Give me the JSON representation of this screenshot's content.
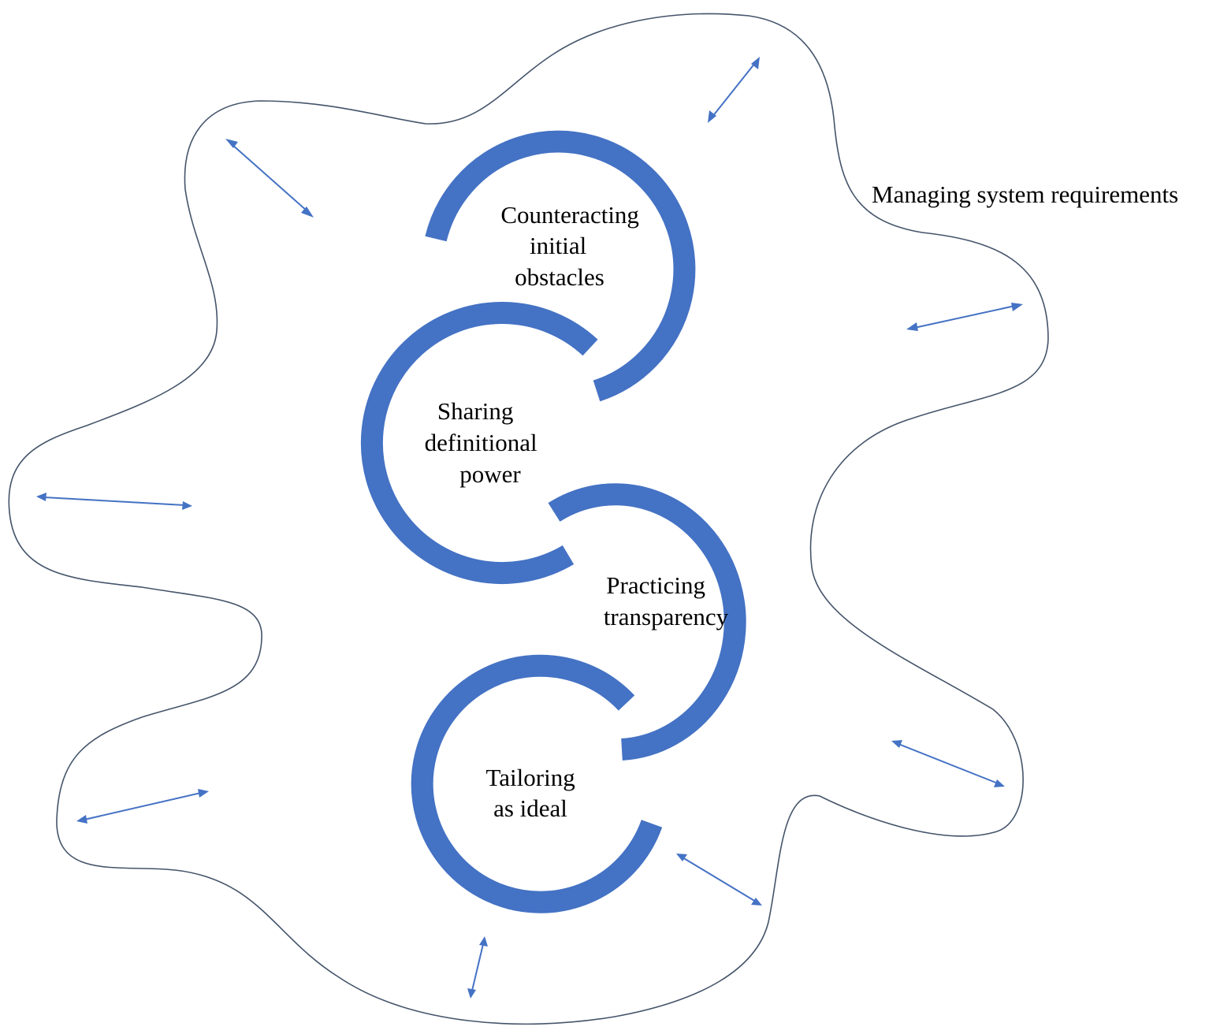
{
  "title": "Managing system requirements",
  "stages": [
    {
      "lines": [
        "Counteracting",
        "initial",
        "obstacles"
      ]
    },
    {
      "lines": [
        "Sharing",
        "definitional",
        "power"
      ]
    },
    {
      "lines": [
        "Practicing",
        "transparency"
      ]
    },
    {
      "lines": [
        "Tailoring",
        "as ideal"
      ]
    }
  ],
  "colors": {
    "ring": "#4472c4",
    "arrow": "#4472c4",
    "outline": "#44546a",
    "text": "#000000"
  },
  "icons": {
    "arrows": "double-headed-arrow-icon"
  }
}
